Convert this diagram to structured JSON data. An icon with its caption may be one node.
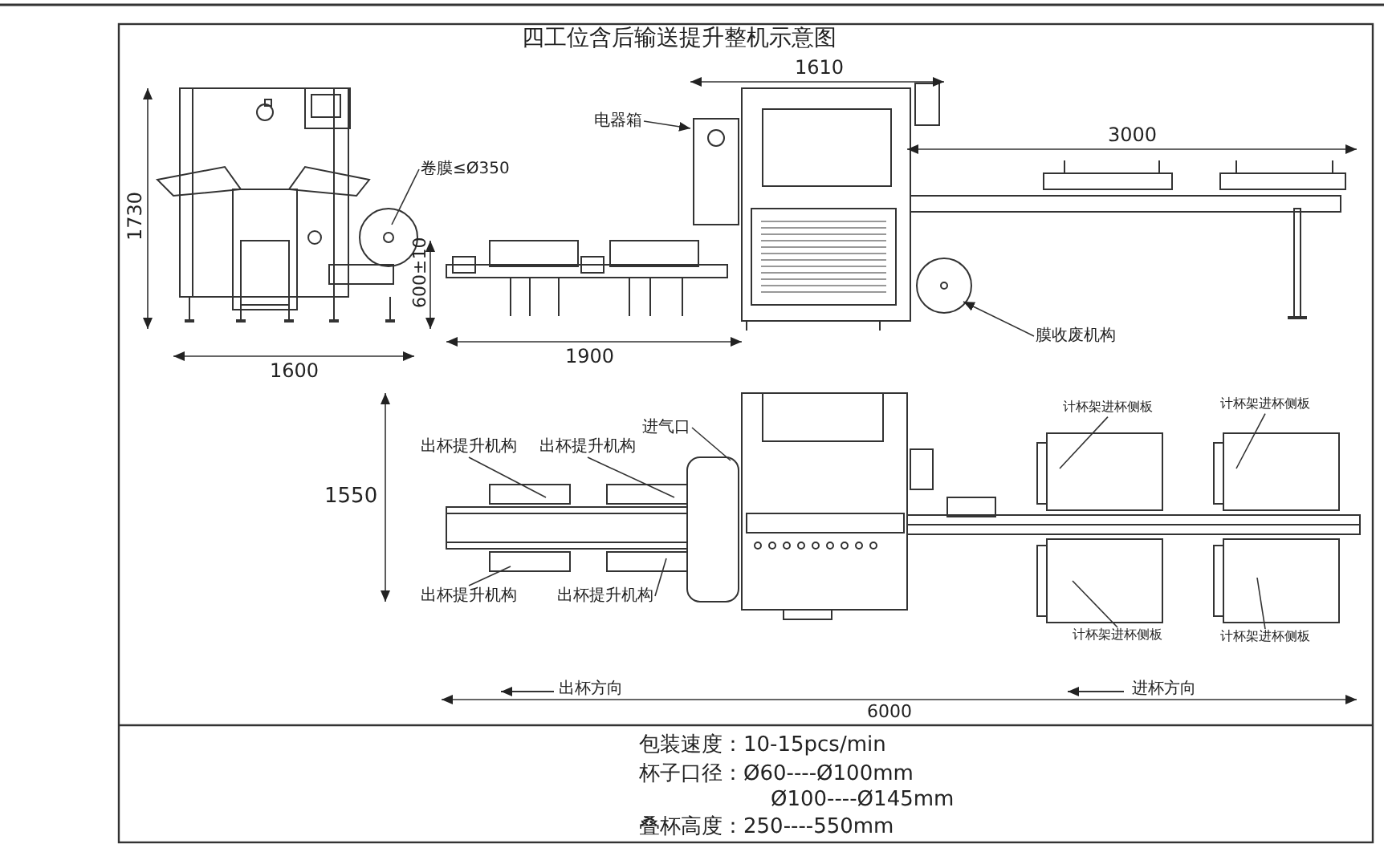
{
  "diagram": {
    "title": "四工位含后输送提升整机示意图",
    "nodes": [
      {
        "text": [
          "电器箱"
        ]
      },
      {
        "text": [
          "卷膜≤Ø350"
        ]
      },
      {
        "text": [
          "膜收废机构"
        ]
      },
      {
        "text": [
          "计杯架进杯侧板"
        ]
      },
      {
        "text": [
          "计杯架进杯侧板"
        ]
      },
      {
        "text": [
          "进气口"
        ]
      },
      {
        "text": [
          "出杯提升机构"
        ]
      },
      {
        "text": [
          "出杯提升机构"
        ]
      },
      {
        "text": [
          "出杯提升机构"
        ]
      },
      {
        "text": [
          "出杯提升机构"
        ]
      },
      {
        "text": [
          "计杯架进杯侧板"
        ]
      },
      {
        "text": [
          "计杯架进杯侧板"
        ]
      }
    ],
    "edges": [
      {
        "from": 0,
        "to": null,
        "arrow": "to"
      },
      {
        "from": 1,
        "to": null,
        "arrow": "none"
      },
      {
        "from": 2,
        "to": null,
        "arrow": "to"
      },
      {
        "from": 3,
        "to": null,
        "arrow": "none"
      },
      {
        "from": 4,
        "to": null,
        "arrow": "none"
      },
      {
        "from": 5,
        "to": null,
        "arrow": "none"
      },
      {
        "from": 6,
        "to": null,
        "arrow": "none"
      },
      {
        "from": 7,
        "to": null,
        "arrow": "none"
      },
      {
        "from": 8,
        "to": null,
        "arrow": "none"
      },
      {
        "from": 9,
        "to": null,
        "arrow": "none"
      },
      {
        "from": 10,
        "to": null,
        "arrow": "none"
      },
      {
        "from": 11,
        "to": null,
        "arrow": "none"
      }
    ],
    "labels": [
      "1610",
      "1730",
      "3000",
      "600±10",
      "1900",
      "1600",
      "1550",
      "出杯方向",
      "进杯方向",
      "6000",
      "包装速度：10-15pcs/min",
      "杯子口径：Ø60----Ø100mm",
      "Ø100----Ø145mm",
      "叠杯高度：250----550mm"
    ]
  }
}
